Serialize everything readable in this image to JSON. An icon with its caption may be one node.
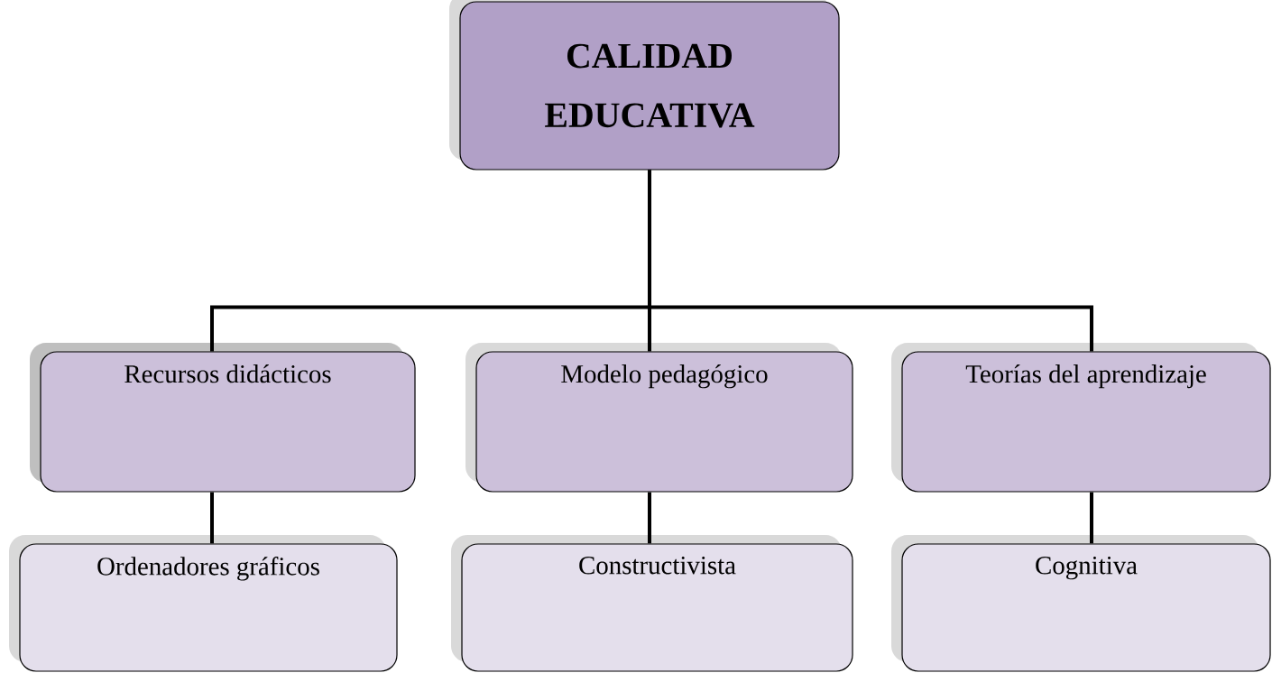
{
  "diagram": {
    "nodes": [
      {
        "text": [
          "CALIDAD EDUCATIVA"
        ]
      },
      {
        "text": [
          "Recursos didácticos"
        ]
      },
      {
        "text": [
          "Modelo pedagógico"
        ]
      },
      {
        "text": [
          "Teorías del aprendizaje"
        ]
      },
      {
        "text": [
          "Ordenadores gráficos"
        ]
      },
      {
        "text": [
          "Constructivista"
        ]
      },
      {
        "text": [
          "Cognitiva"
        ]
      }
    ],
    "edges": [
      {
        "from": 0,
        "to": 1,
        "arrow": "none"
      },
      {
        "from": 0,
        "to": 2,
        "arrow": "none"
      },
      {
        "from": 0,
        "to": 3,
        "arrow": "none"
      },
      {
        "from": 1,
        "to": 4,
        "arrow": "none"
      },
      {
        "from": 2,
        "to": 5,
        "arrow": "none"
      },
      {
        "from": 3,
        "to": 6,
        "arrow": "none"
      }
    ]
  }
}
